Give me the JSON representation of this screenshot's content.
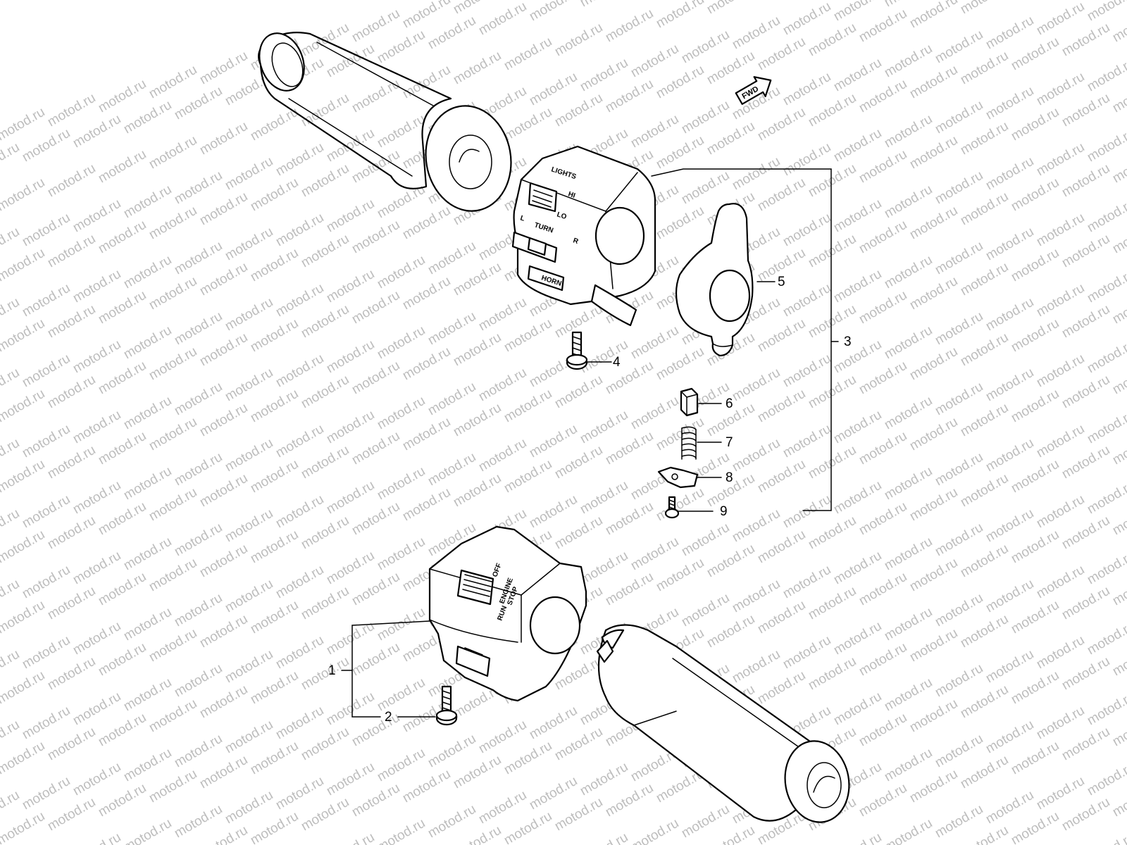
{
  "watermark": "motod.ru",
  "direction_badge": "FWD",
  "switch_labels": {
    "lights": "LIGHTS",
    "hi": "HI",
    "lo": "LO",
    "l": "L",
    "turn": "TURN",
    "r": "R",
    "horn": "HORN",
    "off": "OFF",
    "engine": "ENGINE",
    "stop": "STOP",
    "run": "RUN"
  },
  "callouts": [
    "1",
    "2",
    "3",
    "4",
    "5",
    "6",
    "7",
    "8",
    "9"
  ],
  "colors": {
    "line": "#000000",
    "watermark": "#bdbdbd",
    "background": "#ffffff"
  }
}
